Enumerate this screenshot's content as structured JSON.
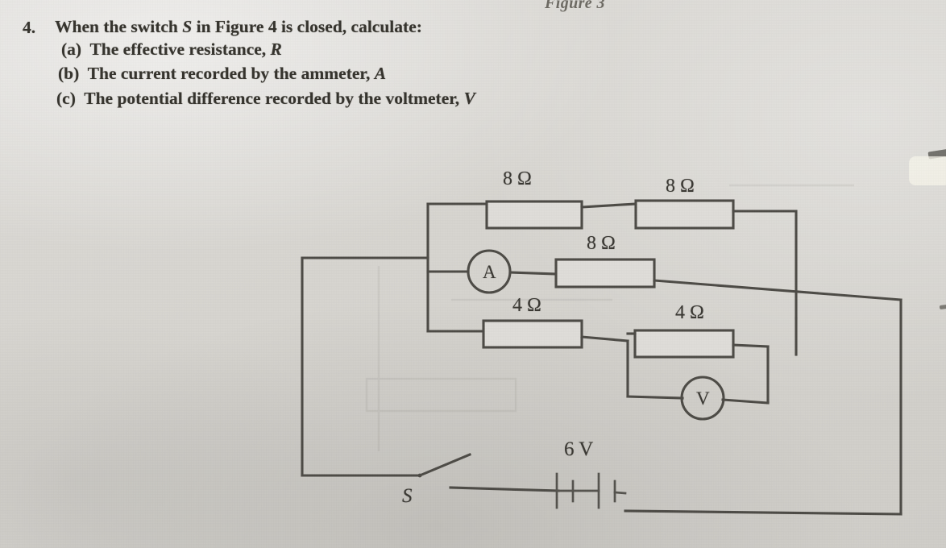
{
  "page": {
    "background_color": "#d8d6d2",
    "ink_color": "#4d4b46"
  },
  "figure_caption": "Figure 3",
  "question": {
    "number": "4.",
    "stem_prefix": "When the switch ",
    "stem_symbol": "S",
    "stem_suffix": " in Figure 4 is closed, calculate:",
    "parts": [
      {
        "marker": "(a)",
        "text_prefix": "The effective resistance, ",
        "symbol": "R",
        "text_suffix": ""
      },
      {
        "marker": "(b)",
        "text_prefix": "The current recorded by the ammeter, ",
        "symbol": "A",
        "text_suffix": ""
      },
      {
        "marker": "(c)",
        "text_prefix": "The potential difference recorded by the voltmeter, ",
        "symbol": "V",
        "text_suffix": ""
      }
    ]
  },
  "circuit": {
    "title": "Figure 4 circuit diagram",
    "supply": {
      "label": "6 V",
      "type": "battery-two-cells"
    },
    "switch": {
      "label": "S",
      "state": "open"
    },
    "meters": [
      {
        "name": "ammeter",
        "letter": "A"
      },
      {
        "name": "voltmeter",
        "letter": "V"
      }
    ],
    "resistors": [
      {
        "id": "top-left",
        "label": "8 Ω",
        "value": 8,
        "unit": "ohm",
        "branch": "top"
      },
      {
        "id": "top-right",
        "label": "8 Ω",
        "value": 8,
        "unit": "ohm",
        "branch": "top"
      },
      {
        "id": "middle",
        "label": "8 Ω",
        "value": 8,
        "unit": "ohm",
        "branch": "middle"
      },
      {
        "id": "bottom-left",
        "label": "4 Ω",
        "value": 4,
        "unit": "ohm",
        "branch": "bottom"
      },
      {
        "id": "bottom-right",
        "label": "4 Ω",
        "value": 4,
        "unit": "ohm",
        "branch": "bottom"
      }
    ],
    "labels": {
      "r_top_left": "8 Ω",
      "r_top_right": "8 Ω",
      "r_middle": "8 Ω",
      "r_bottom_left": "4 Ω",
      "r_bottom_right": "4 Ω",
      "battery": "6 V",
      "switch": "S",
      "ammeter": "A",
      "voltmeter": "V"
    }
  }
}
